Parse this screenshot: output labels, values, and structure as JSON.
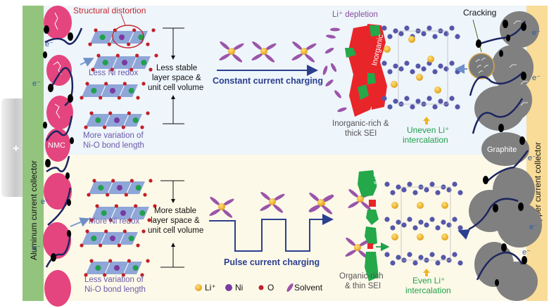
{
  "collectors": {
    "left": "Aluminum current collector",
    "right": "Copper current collector",
    "plus_symbol": "+"
  },
  "top_panel": {
    "distortion_label": "Structural distortion",
    "redox_label": "Less Ni redox",
    "bond_label_line1": "More variation of",
    "bond_label_line2": "Ni-O bond length",
    "stability_line1": "Less stable",
    "stability_line2": "layer space &",
    "stability_line3": "unit cell volume",
    "charging_label": "Constant current charging",
    "depletion_label": "Li⁺ depletion",
    "inorganic_label": "Inorganic",
    "sei_line1": "Inorganic-rich &",
    "sei_line2": "thick SEI",
    "intercalation_line1": "Uneven Li⁺",
    "intercalation_line2": "intercalation",
    "cracking_label": "Cracking",
    "graphite_label": "Graphite",
    "nmc_label": "NMC"
  },
  "bottom_panel": {
    "redox_label": "More Ni redox",
    "bond_label_line1": "Less variation of",
    "bond_label_line2": "Ni-O bond length",
    "stability_line1": "More stable",
    "stability_line2": "layer space &",
    "stability_line3": "unit cell volume",
    "charging_label": "Pulse current charging",
    "organic_label": "Organic",
    "sei_line1": "Organic-rich",
    "sei_line2": "& thin SEI",
    "intercalation_line1": "Even Li⁺",
    "intercalation_line2": "intercalation"
  },
  "electron_label": "e⁻",
  "legend": [
    {
      "label": "Li⁺",
      "color": "#f2b521",
      "shape": "circle"
    },
    {
      "label": "Ni",
      "color": "#7a3aa0",
      "shape": "circle"
    },
    {
      "label": "O",
      "color": "#c21f26",
      "shape": "circle"
    },
    {
      "label": "Solvent",
      "color": "#9a55a8",
      "shape": "ellipse"
    }
  ],
  "colors": {
    "top_bg": "#eef5fb",
    "bottom_bg": "#fdf9e9",
    "aluminum": "#93c47d",
    "copper": "#f9dc97",
    "nmc": "#e4457e",
    "graphite": "#808080",
    "accent_blue": "#2b3f8f"
  }
}
